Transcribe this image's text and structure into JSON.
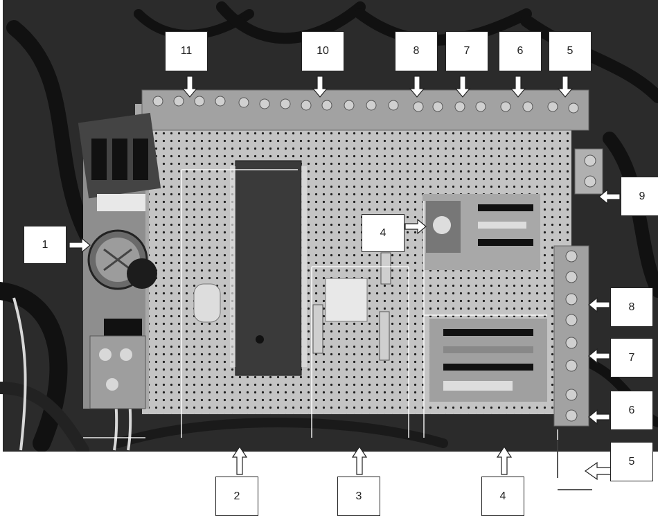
{
  "labels": {
    "l1": "1",
    "l2": "2",
    "l3": "3",
    "l4_mid": "4",
    "l4_bottom": "4",
    "l5_top": "5",
    "l5_right": "5",
    "l6_top": "6",
    "l6_right": "6",
    "l7_top": "7",
    "l7_right": "7",
    "l8_top": "8",
    "l8_right": "8",
    "l9": "9",
    "l10": "10",
    "l11": "11"
  },
  "colors": {
    "arrow": "#ffffff",
    "label_border": "#222222",
    "board": "#b9b9b9"
  }
}
